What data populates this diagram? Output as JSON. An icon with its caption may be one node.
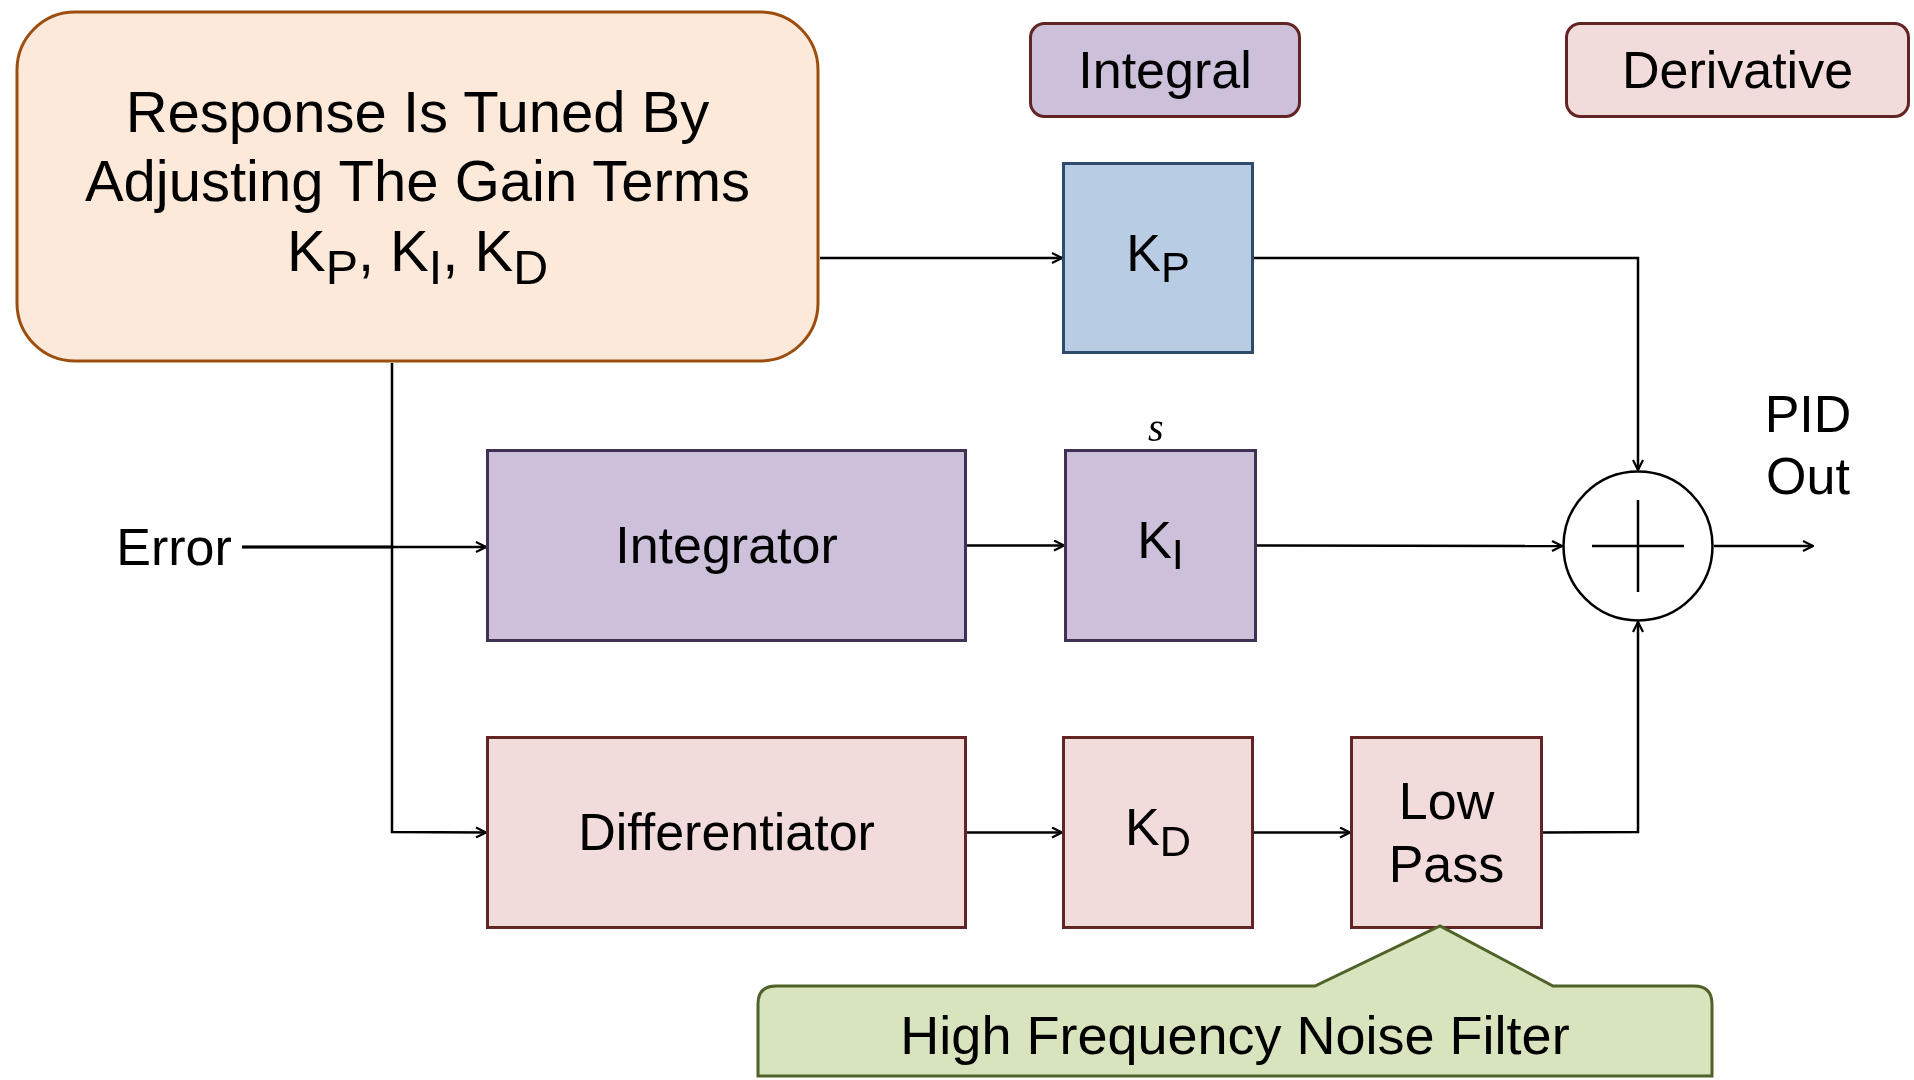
{
  "diagram": {
    "nodes": [
      {
        "text": [
          "Response Is Tuned By Adjusting The Gain Terms K$_{P}$, K$_{I}$, K$_{D}$"
        ]
      },
      {
        "text": [
          "Integral"
        ]
      },
      {
        "text": [
          "Derivative"
        ]
      },
      {
        "text": [
          "K$_{P}$"
        ]
      },
      {
        "text": [
          "Error"
        ]
      },
      {
        "text": [
          "Integrator"
        ]
      },
      {
        "text": [
          "K$_{I}$"
        ]
      },
      {
        "text": [
          "Differentiator"
        ]
      },
      {
        "text": [
          "K$_{D}$"
        ]
      },
      {
        "text": [
          "Low Pass"
        ]
      },
      {
        "text": [],
        "shape": "circle"
      },
      {
        "text": [
          "PID Out"
        ]
      },
      {
        "text": [
          "High Frequency Noise Filter"
        ]
      }
    ],
    "edges": [
      {
        "from": 4,
        "to": 0,
        "arrow": "none"
      },
      {
        "from": 0,
        "to": 3,
        "arrow": "to"
      },
      {
        "from": 4,
        "to": 5,
        "arrow": "to"
      },
      {
        "from": 4,
        "to": 7,
        "arrow": "to"
      },
      {
        "from": 3,
        "to": 10,
        "arrow": "to"
      },
      {
        "from": 5,
        "to": 6,
        "arrow": "to"
      },
      {
        "from": 6,
        "to": 10,
        "arrow": "to"
      },
      {
        "from": 7,
        "to": 8,
        "arrow": "to"
      },
      {
        "from": 8,
        "to": 9,
        "arrow": "to"
      },
      {
        "from": 9,
        "to": 10,
        "arrow": "to"
      },
      {
        "from": 10,
        "to": 11,
        "arrow": "to"
      }
    ],
    "labels": [
      "s"
    ]
  }
}
